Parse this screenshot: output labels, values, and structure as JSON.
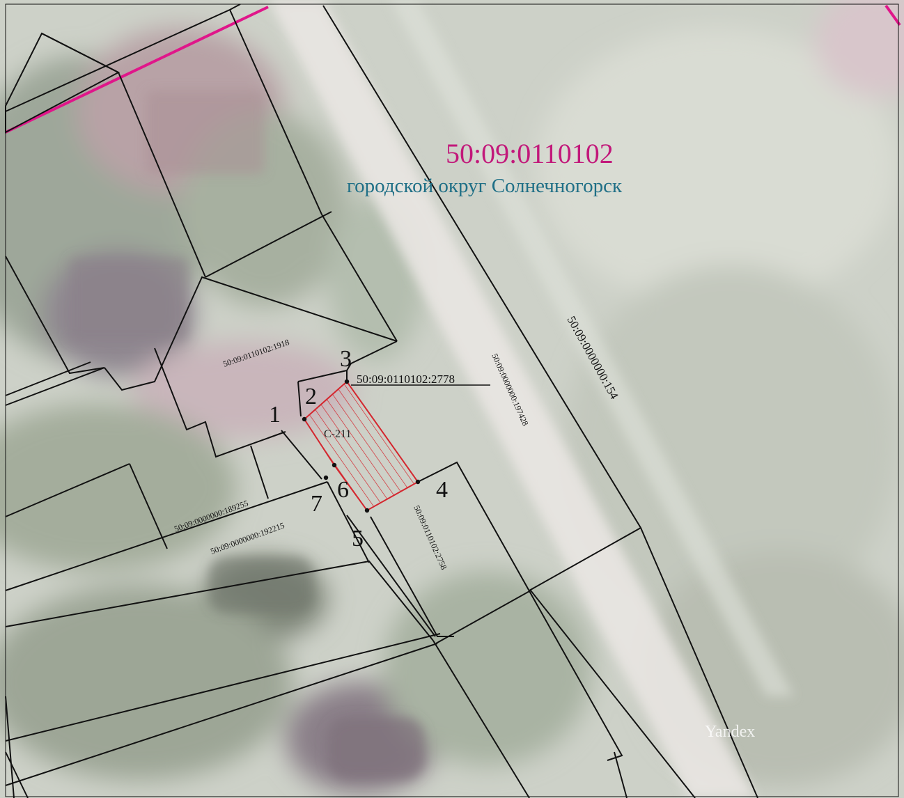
{
  "map": {
    "cadastral_quarter": "50:09:0110102",
    "district": "городской округ Солнечногорск",
    "target_plot": "50:09:0110102:2778",
    "target_zone": "С-211",
    "watermark": "Yandex",
    "colors": {
      "quarter_label": "#c2187a",
      "district_label": "#1f6f86",
      "quarter_boundary": "#e0168a",
      "plot_boundary": "#111111",
      "target_hatch": "#d4262e",
      "imagery_base": "#cdd1c8"
    },
    "plots": {
      "p1918": "50:09:0110102:1918",
      "p197428": "50:09:0000000:197428",
      "p154": "50:09:0000000:154",
      "p189255": "50:09:0000000:189255",
      "p192215": "50:09:0000000:192215",
      "p2758": "50:09:0110102:2758"
    },
    "points": [
      "1",
      "2",
      "3",
      "4",
      "5",
      "6",
      "7"
    ]
  }
}
